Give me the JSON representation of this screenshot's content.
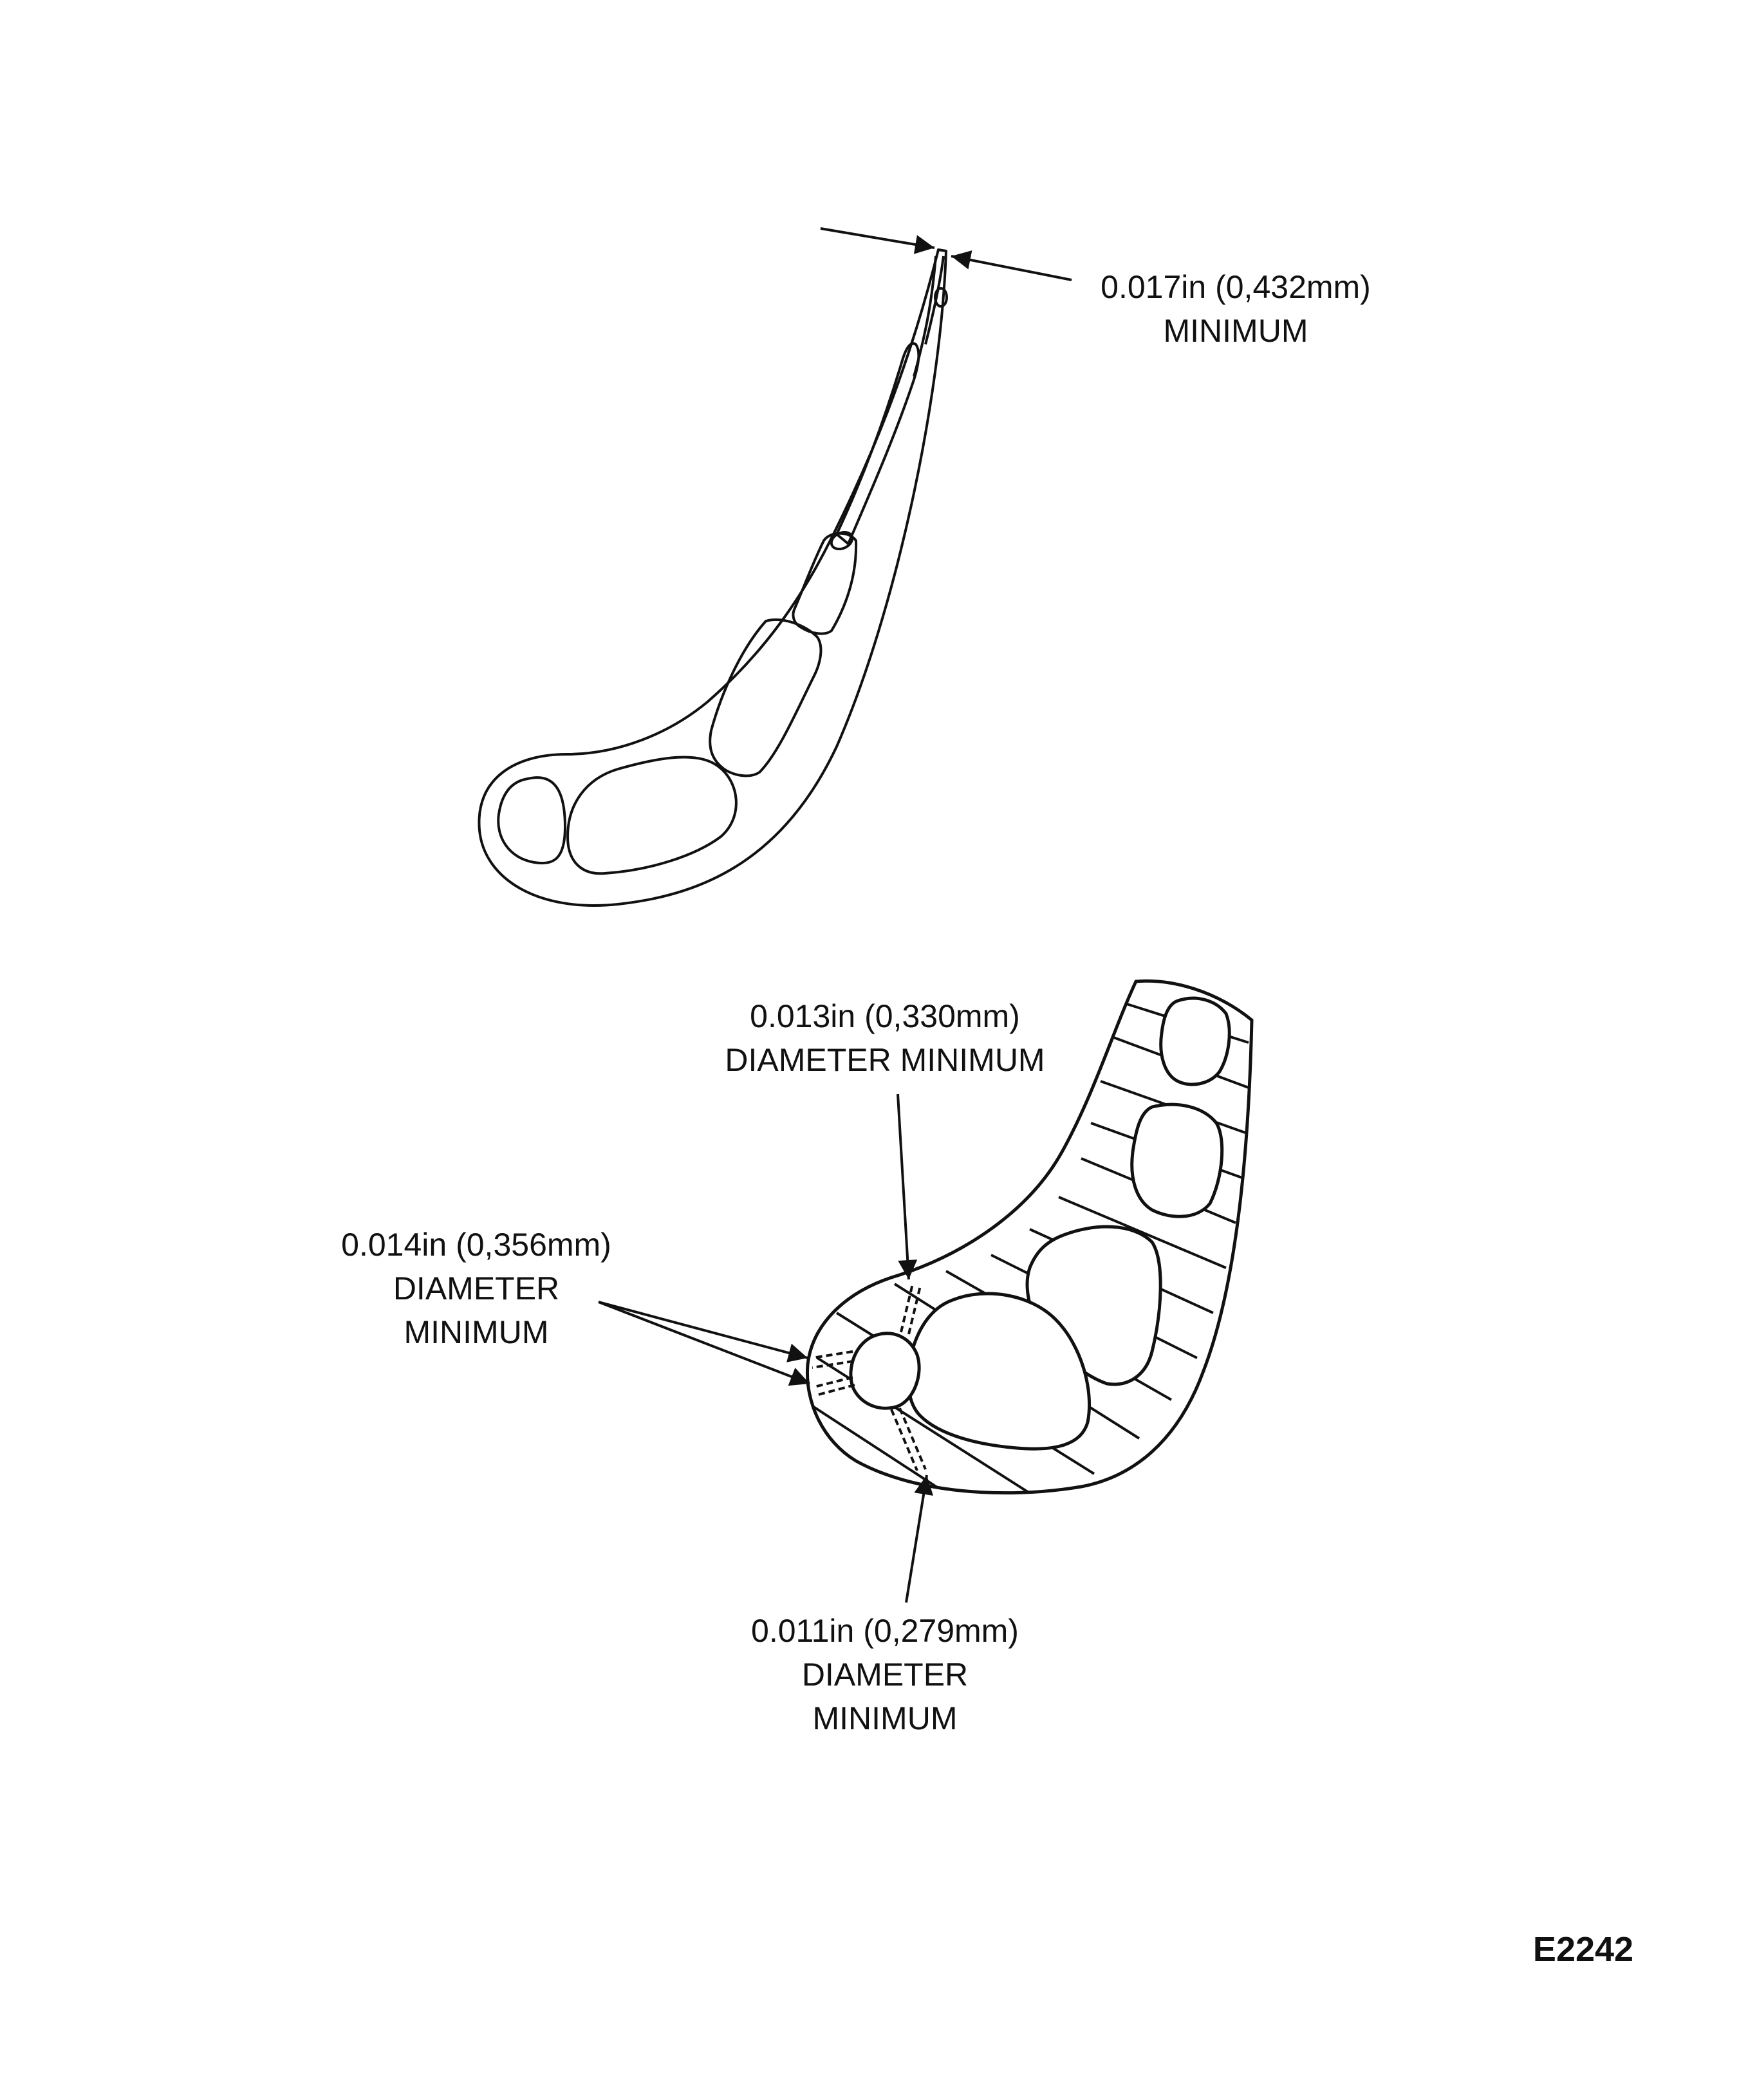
{
  "callouts": {
    "trailing_edge_wall": {
      "line1": "0.017in (0,432mm)",
      "line2": "MINIMUM"
    },
    "top_hole": {
      "line1": "0.013in (0,330mm)",
      "line2": "DIAMETER MINIMUM"
    },
    "leading_edge_holes": {
      "line1": "0.014in (0,356mm)",
      "line2": "DIAMETER",
      "line3": "MINIMUM"
    },
    "bottom_hole": {
      "line1": "0.011in (0,279mm)",
      "line2": "DIAMETER",
      "line3": "MINIMUM"
    }
  },
  "figure_id": "E2242",
  "colors": {
    "ink": "#111111",
    "paper": "#ffffff"
  }
}
